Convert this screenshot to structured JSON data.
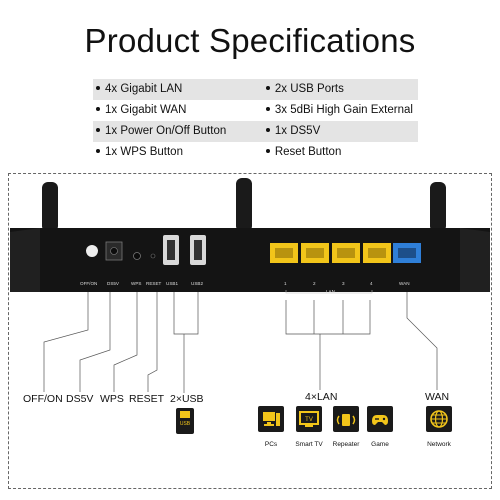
{
  "title": "Product Specifications",
  "specs": [
    {
      "left": "4x Gigabit LAN",
      "right": "2x USB Ports"
    },
    {
      "left": "1x Gigabit WAN",
      "right": "3x 5dBi High Gain External"
    },
    {
      "left": "1x Power On/Off Button",
      "right": "1x DS5V"
    },
    {
      "left": "1x WPS Button",
      "right": "Reset Button"
    }
  ],
  "router_labels": {
    "offon": "OFF/ON",
    "ds5v": "DS5V",
    "wps": "WPS",
    "reset": "RESET",
    "usb1": "USB1",
    "usb2": "USB2",
    "lan": "LAN",
    "lan1": "1",
    "lan2": "2",
    "lan3": "3",
    "lan4": "4",
    "wan": "WAN"
  },
  "callouts": {
    "offon": "OFF/ON",
    "ds5v": "DS5V",
    "wps": "WPS",
    "reset": "RESET",
    "usb": "2×USB",
    "lan": "4×LAN",
    "wan": "WAN"
  },
  "usb_icon_text": "USB",
  "devices": [
    {
      "label": "PCs",
      "icon": "pc-icon"
    },
    {
      "label": "Smart TV",
      "icon": "tv-icon"
    },
    {
      "label": "Repeater",
      "icon": "repeater-icon"
    },
    {
      "label": "Game",
      "icon": "gamepad-icon"
    }
  ],
  "network": {
    "label": "Network",
    "icon": "globe-icon"
  },
  "colors": {
    "lan_port": "#f2c51a",
    "wan_port": "#2f7fd8",
    "router_body": "#141414"
  }
}
